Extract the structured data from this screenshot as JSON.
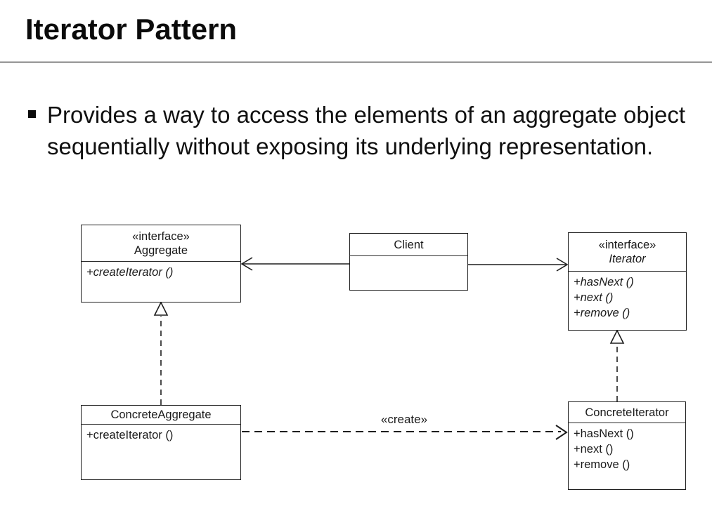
{
  "slide": {
    "title": "Iterator Pattern",
    "bullet_text": "Provides a way to access the elements of an aggregate object sequentially without exposing its underlying representation."
  },
  "diagram": {
    "aggregate": {
      "stereotype": "«interface»",
      "name": "Aggregate",
      "methods": [
        "+createIterator ()"
      ]
    },
    "client": {
      "name": "Client"
    },
    "iterator": {
      "stereotype": "«interface»",
      "name": "Iterator",
      "methods": [
        "+hasNext ()",
        "+next ()",
        "+remove ()"
      ]
    },
    "concrete_aggregate": {
      "name": "ConcreteAggregate",
      "methods": [
        "+createIterator ()"
      ]
    },
    "concrete_iterator": {
      "name": "ConcreteIterator",
      "methods": [
        "+hasNext ()",
        "+next ()",
        "+remove ()"
      ]
    },
    "create_label": "«create»"
  },
  "colors": {
    "background": "#ffffff",
    "text": "#101010",
    "diagram_line": "#1e1e1e",
    "title_rule": "#9e9e9e"
  }
}
